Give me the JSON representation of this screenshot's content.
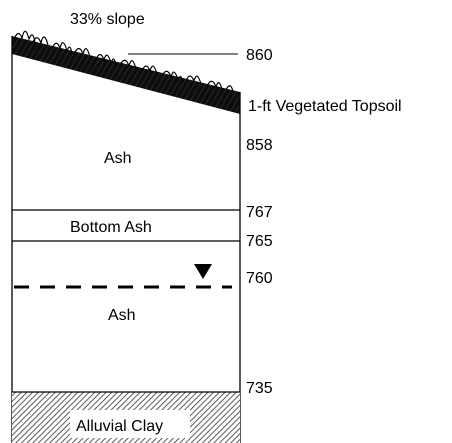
{
  "slope_label": "33% slope",
  "layers": {
    "topsoil": "1-ft  Vegetated Topsoil",
    "upper_ash": "Ash",
    "bottom_ash": "Bottom Ash",
    "lower_ash": "Ash",
    "clay": "Alluvial Clay"
  },
  "elevations": {
    "top": "860",
    "upper_ash": "858",
    "bottom_ash_top": "767",
    "bottom_ash_bottom": "765",
    "water_table": "760",
    "clay_top": "735"
  },
  "icons": {
    "water_table": "inverted-triangle",
    "vegetation": "grass-tufts"
  },
  "colors": {
    "line": "#000000",
    "fill_dark": "#111111"
  }
}
